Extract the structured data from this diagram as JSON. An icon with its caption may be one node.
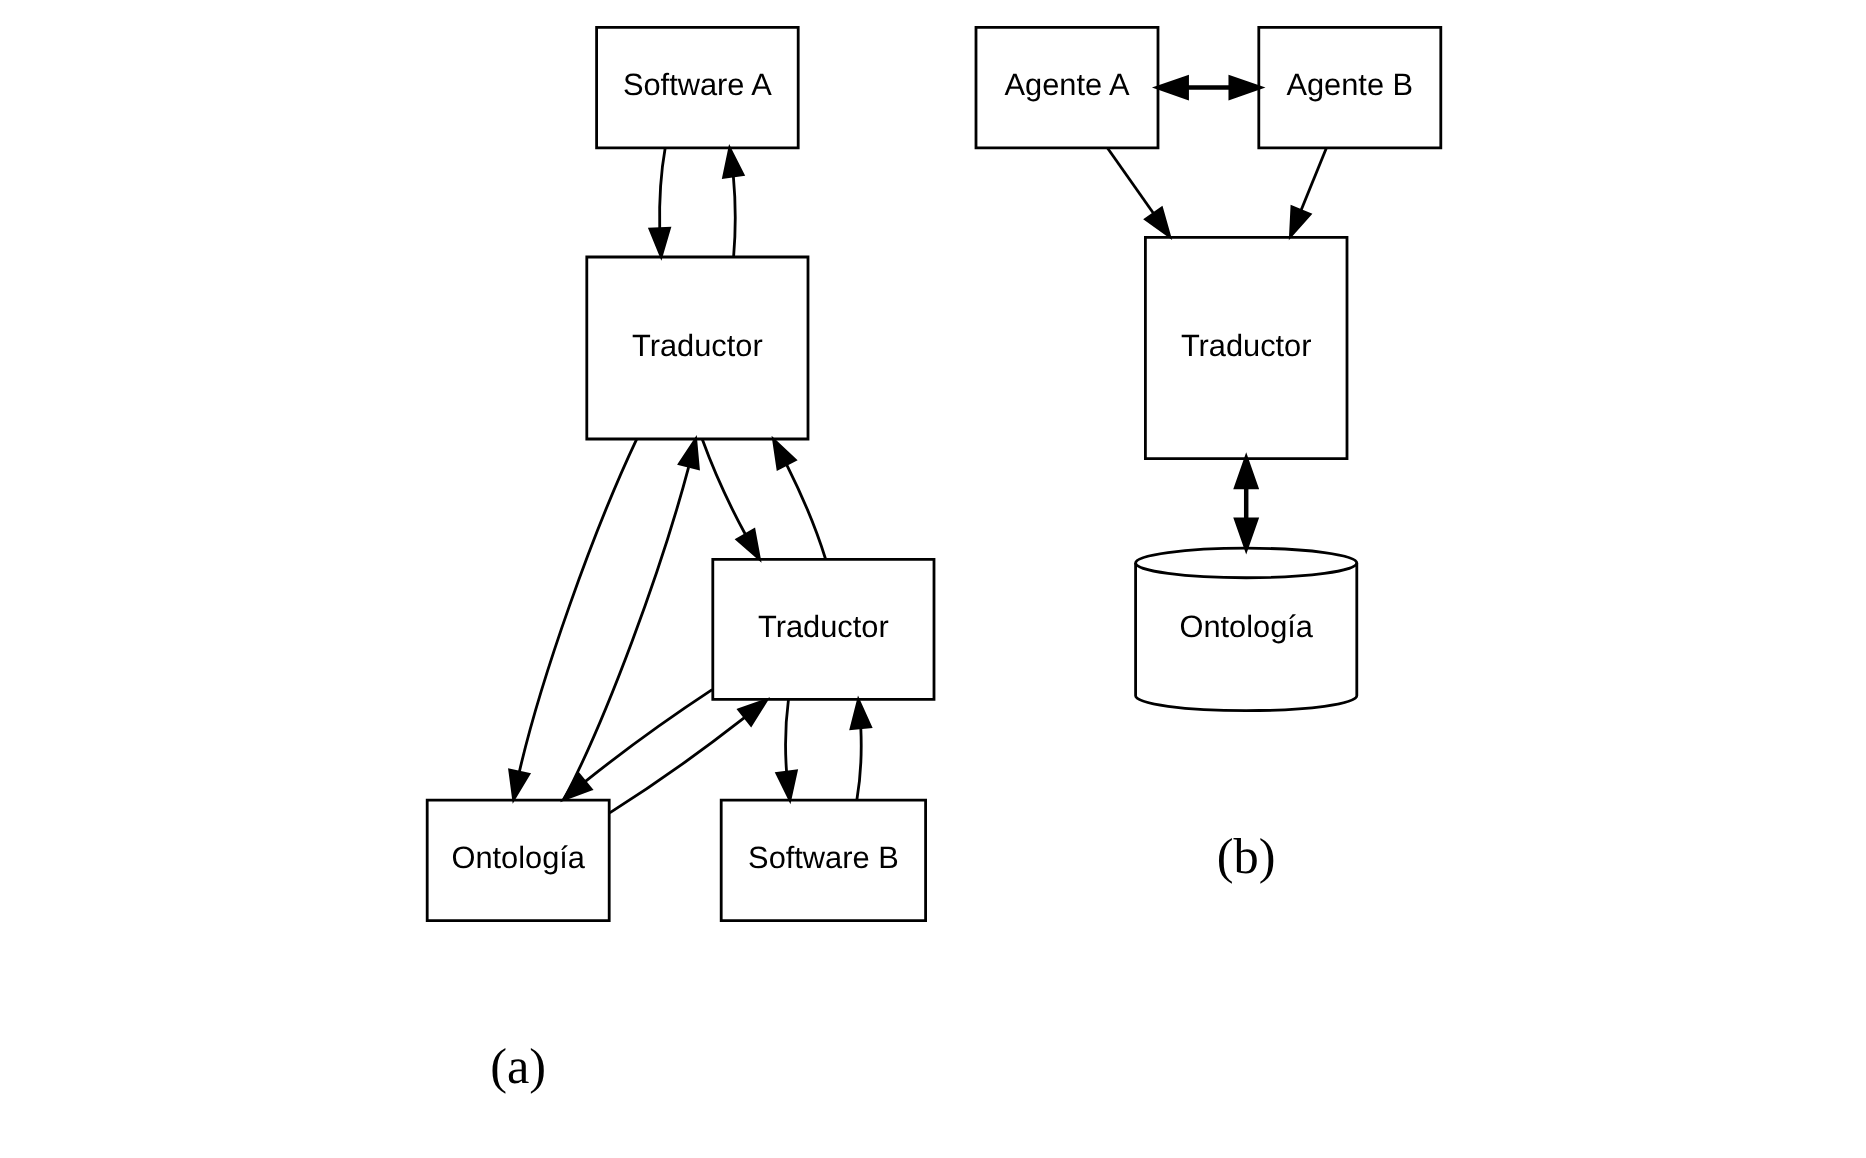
{
  "diagram": {
    "nodes": [
      {
        "text": [
          "Software A"
        ]
      },
      {
        "text": [
          "Traductor"
        ]
      },
      {
        "text": [
          "Ontología"
        ]
      },
      {
        "text": [
          "Traductor"
        ]
      },
      {
        "text": [
          "Software B"
        ]
      },
      {
        "text": [
          "Agente A"
        ]
      },
      {
        "text": [
          "Agente B"
        ]
      },
      {
        "text": [
          "Traductor"
        ]
      },
      {
        "text": [
          "Ontología"
        ]
      }
    ],
    "edges": [
      {
        "from": 0,
        "to": 1,
        "arrow": "to"
      },
      {
        "from": 1,
        "to": 0,
        "arrow": "to"
      },
      {
        "from": 1,
        "to": 2,
        "arrow": "to"
      },
      {
        "from": 2,
        "to": 1,
        "arrow": "to"
      },
      {
        "from": 1,
        "to": 3,
        "arrow": "to"
      },
      {
        "from": 3,
        "to": 1,
        "arrow": "to"
      },
      {
        "from": 2,
        "to": 3,
        "arrow": "to"
      },
      {
        "from": 3,
        "to": 2,
        "arrow": "to"
      },
      {
        "from": 3,
        "to": 4,
        "arrow": "to"
      },
      {
        "from": 4,
        "to": 3,
        "arrow": "to"
      },
      {
        "from": 5,
        "to": 6,
        "arrow": "both"
      },
      {
        "from": 5,
        "to": 7,
        "arrow": "to"
      },
      {
        "from": 6,
        "to": 7,
        "arrow": "to"
      },
      {
        "from": 7,
        "to": 8,
        "arrow": "both"
      }
    ],
    "labels": [
      "(a)",
      "(b)"
    ]
  }
}
